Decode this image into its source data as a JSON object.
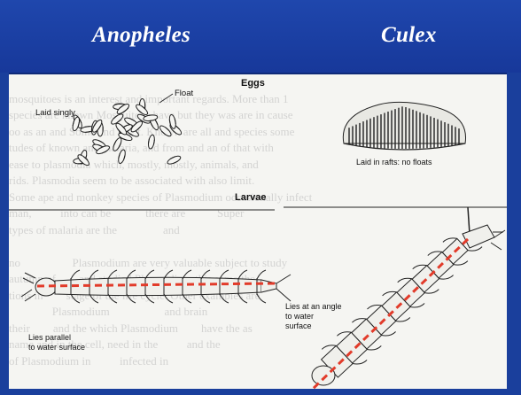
{
  "header": {
    "left_title": "Anopheles",
    "right_title": "Culex"
  },
  "sections": {
    "eggs_heading": "Eggs",
    "larvae_heading": "Larvae"
  },
  "eggs": {
    "float_label": "Float",
    "laid_singly_label": "Laid singly",
    "rafts_label": "Laid in rafts: no floats"
  },
  "larvae": {
    "parallel_line1": "Lies parallel",
    "parallel_line2": "to water surface",
    "angle_line1": "Lies at an angle",
    "angle_line2": "to water",
    "angle_line3": "surface"
  },
  "colors": {
    "header_bg": "#1f47ad",
    "body_bg": "#f5f5f2",
    "dashed_line": "#e23b2a"
  }
}
